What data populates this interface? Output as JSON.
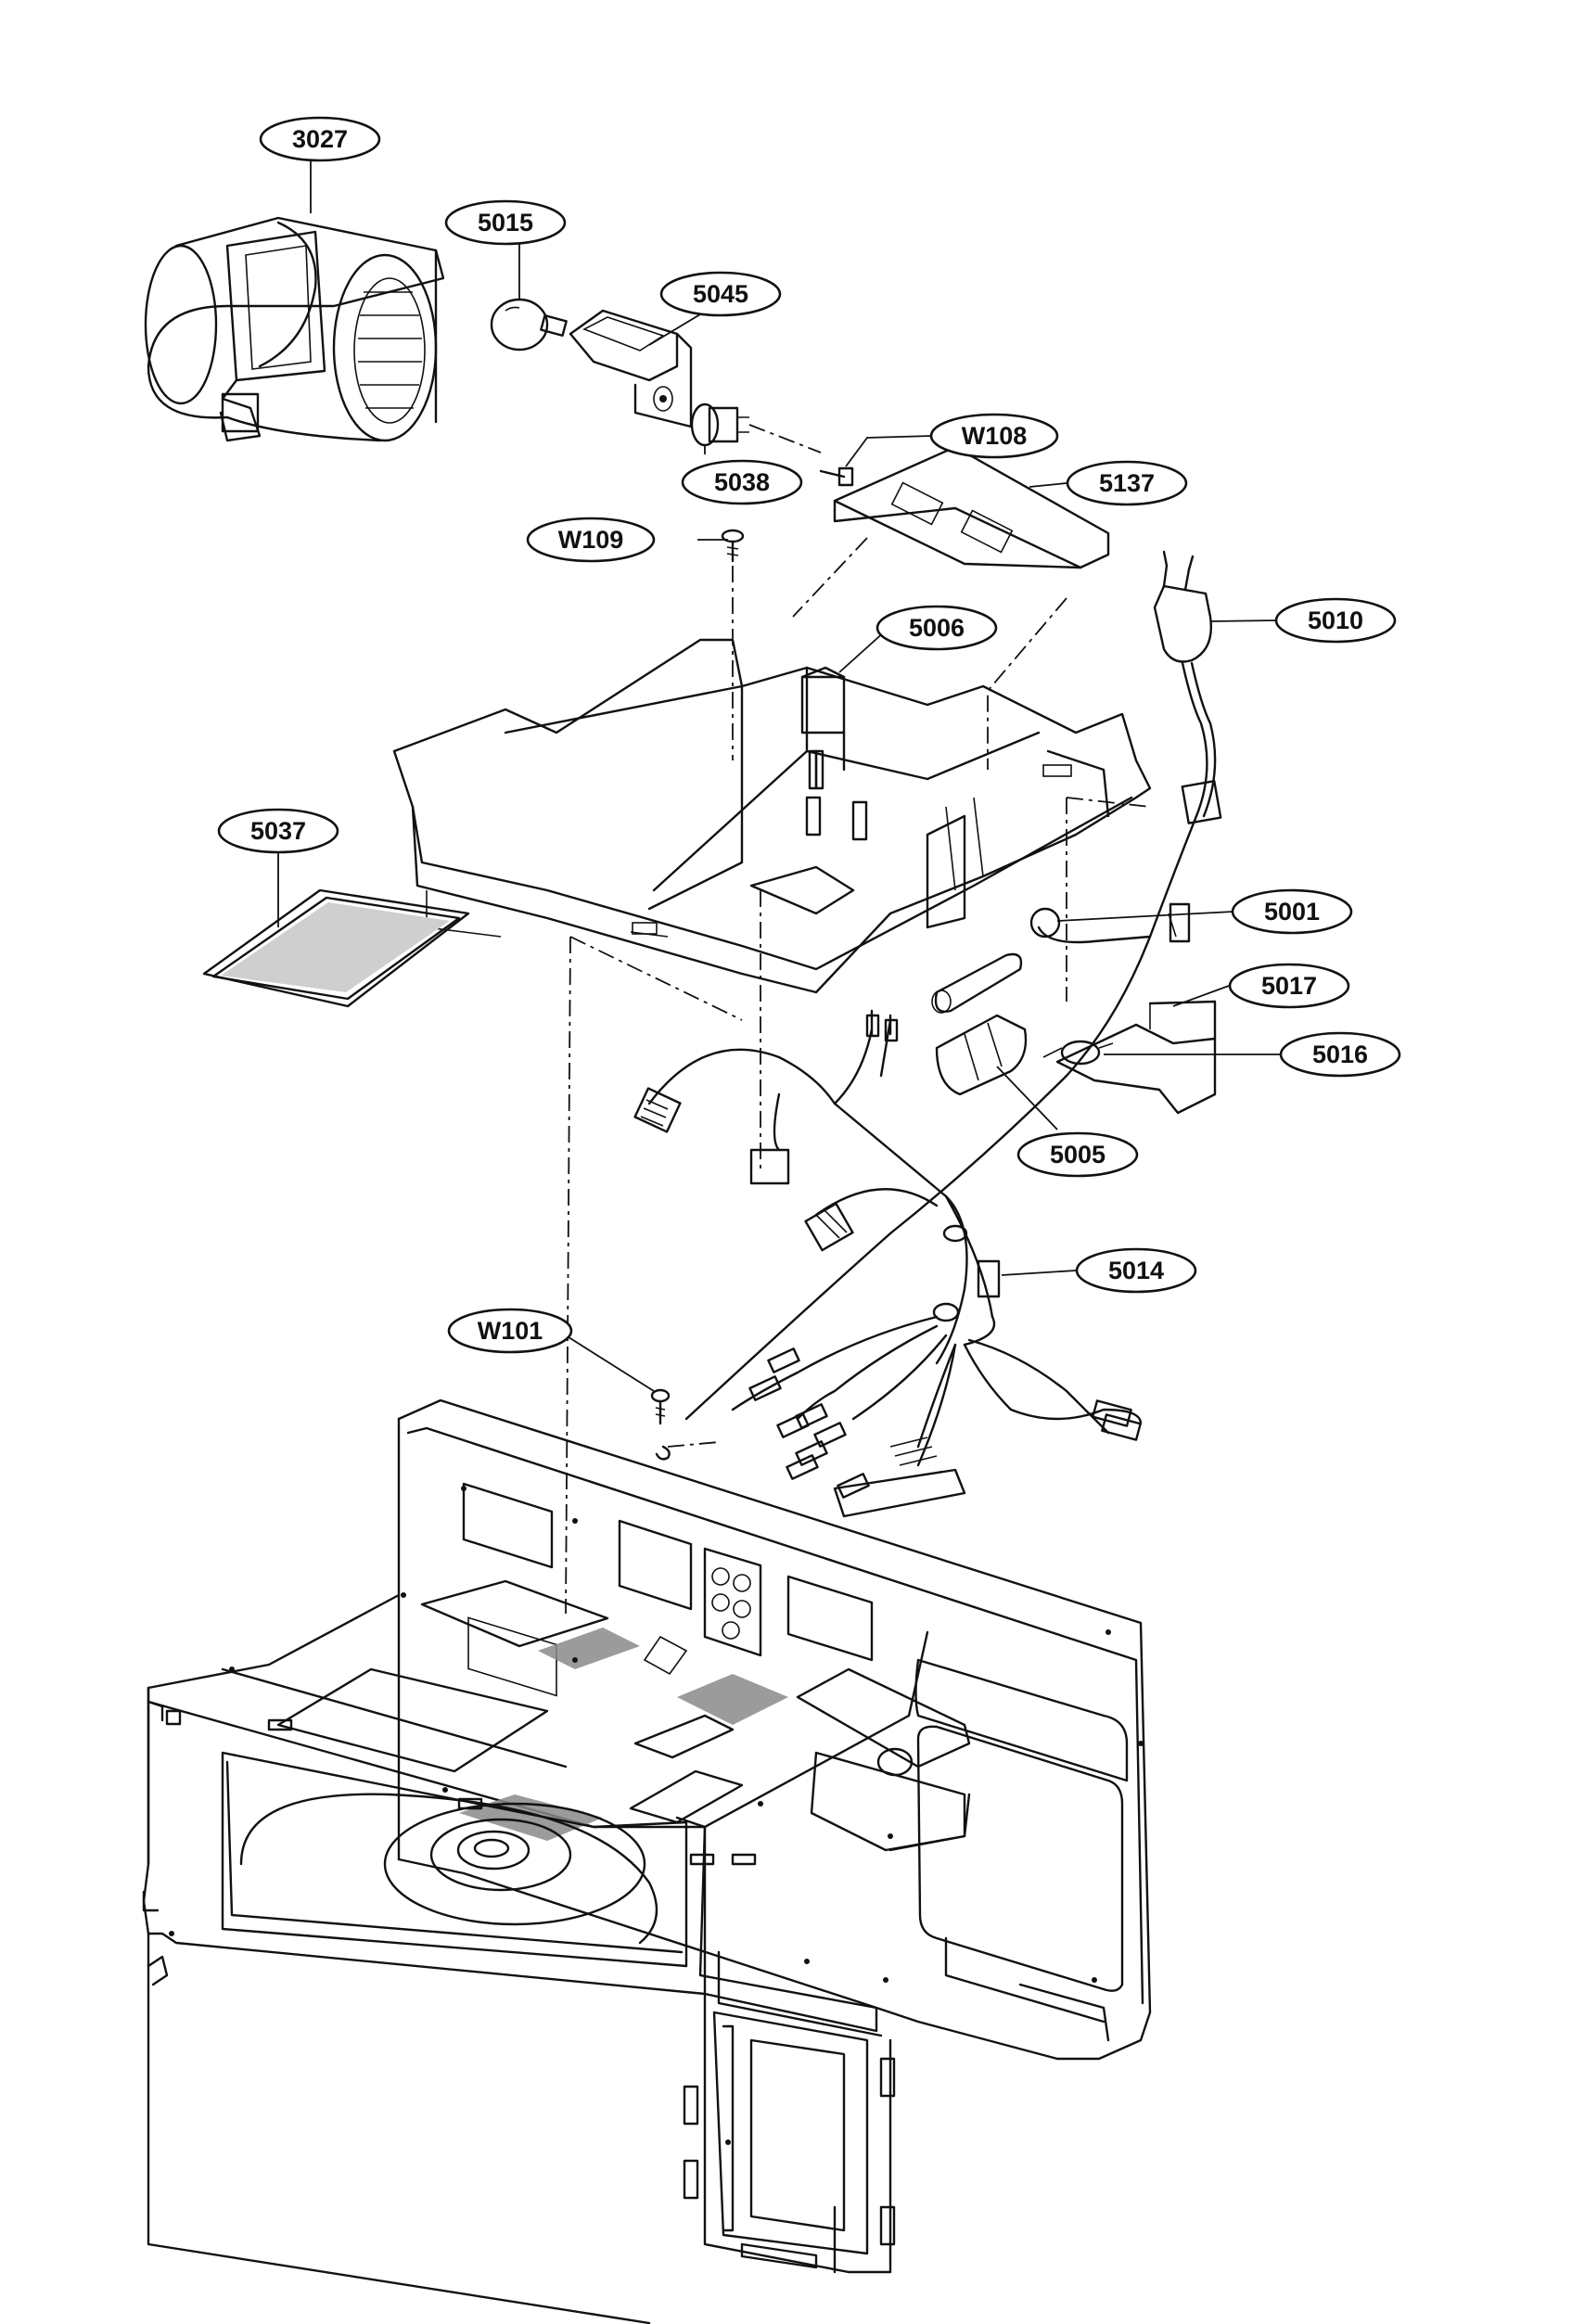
{
  "callouts": [
    {
      "id": "3027",
      "label": "3027"
    },
    {
      "id": "5015",
      "label": "5015"
    },
    {
      "id": "5045",
      "label": "5045"
    },
    {
      "id": "W108",
      "label": "W108"
    },
    {
      "id": "5038",
      "label": "5038"
    },
    {
      "id": "5137",
      "label": "5137"
    },
    {
      "id": "W109",
      "label": "W109"
    },
    {
      "id": "5006",
      "label": "5006"
    },
    {
      "id": "5010",
      "label": "5010"
    },
    {
      "id": "5037",
      "label": "5037"
    },
    {
      "id": "5001",
      "label": "5001"
    },
    {
      "id": "5017",
      "label": "5017"
    },
    {
      "id": "5016",
      "label": "5016"
    },
    {
      "id": "5005",
      "label": "5005"
    },
    {
      "id": "5014",
      "label": "5014"
    },
    {
      "id": "W101",
      "label": "W101"
    }
  ]
}
